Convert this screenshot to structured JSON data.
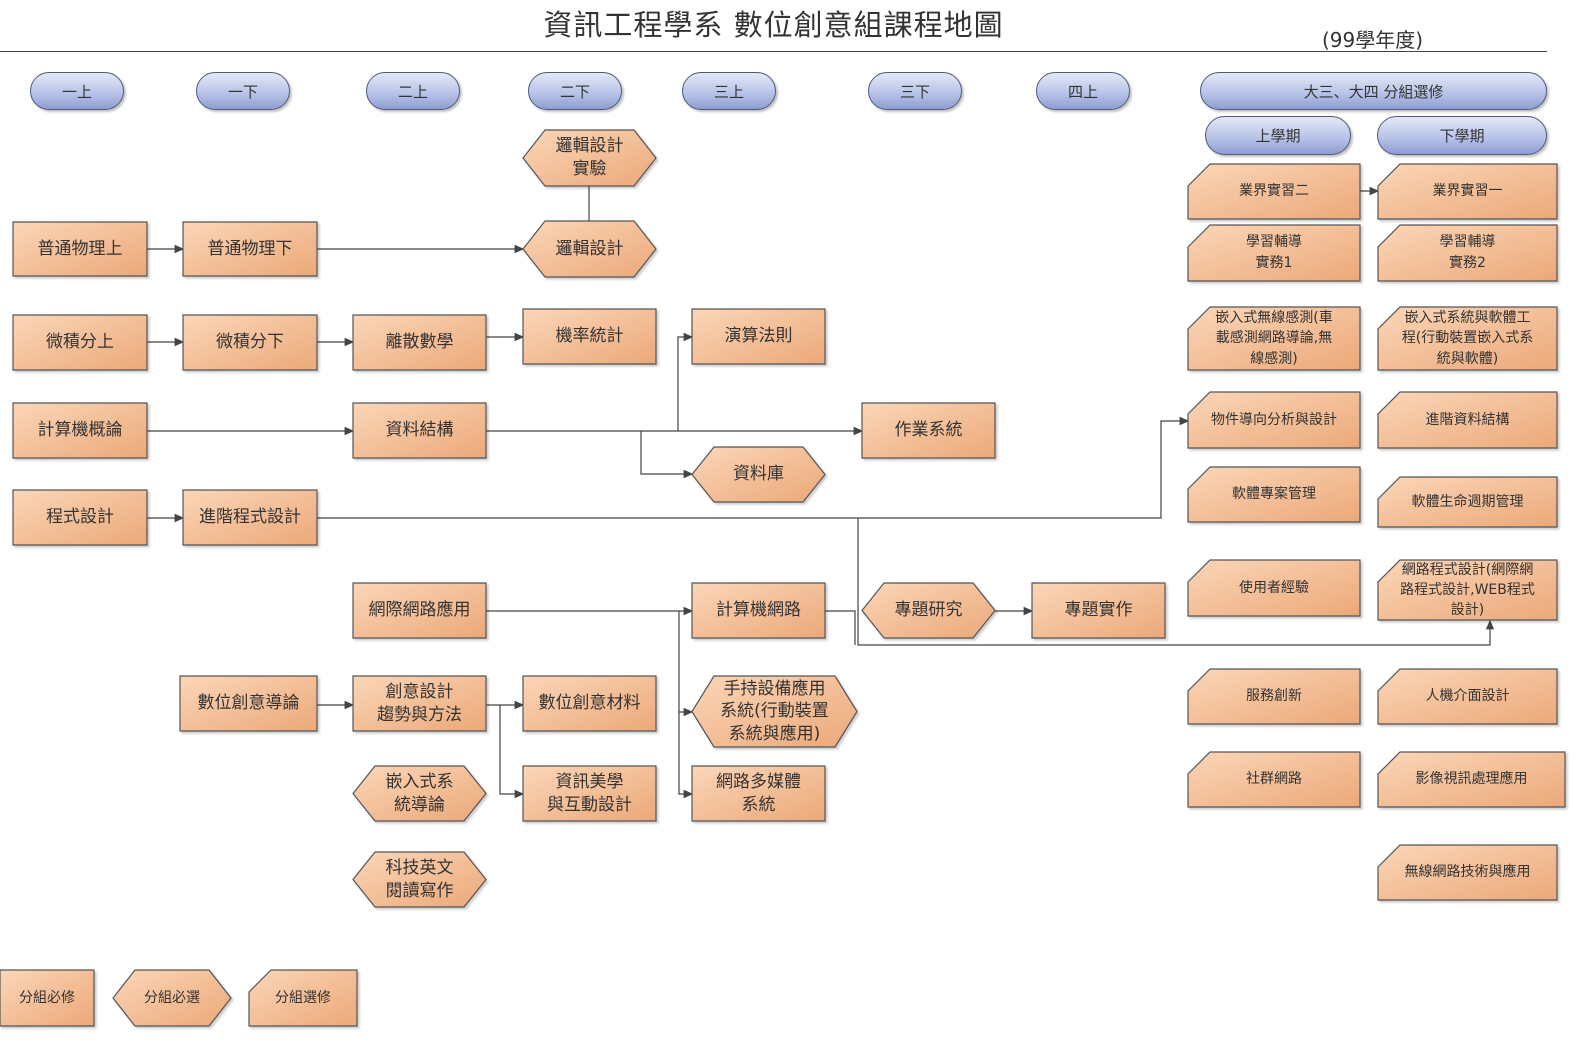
{
  "title": "資訊工程學系  數位創意組課程地圖",
  "academic_year": "(99學年度)",
  "semesters": [
    "一上",
    "一下",
    "二上",
    "二下",
    "三上",
    "三下",
    "四上"
  ],
  "elective_header": "大三、大四 分組選修",
  "elective_terms": [
    "上學期",
    "下學期"
  ],
  "courses": {
    "logic_lab": "邏輯設計\n實驗",
    "logic": "邏輯設計",
    "physics1": "普通物理上",
    "physics2": "普通物理下",
    "calc1": "微積分上",
    "calc2": "微積分下",
    "discrete": "離散數學",
    "prob": "機率統計",
    "algo": "演算法則",
    "intro_cs": "計算機概論",
    "ds": "資料結構",
    "os": "作業系統",
    "db": "資料庫",
    "prog": "程式設計",
    "adv_prog": "進階程式設計",
    "internet_app": "網際網路應用",
    "networks": "計算機網路",
    "project_research": "專題研究",
    "project_impl": "專題實作",
    "digital_intro": "數位創意導論",
    "creative_design": "創意設計\n趨勢與方法",
    "digital_material": "數位創意材料",
    "handheld": "手持設備應用\n系統(行動裝置\n系統與應用)",
    "embedded_intro": "嵌入式系\n統導論",
    "aesthetics": "資訊美學\n與互動設計",
    "multimedia": "網路多媒體\n系統",
    "tech_english": "科技英文\n閱讀寫作"
  },
  "electives_fall": [
    "業界實習二",
    "學習輔導\n實務1",
    "嵌入式無線感測(車\n載感測網路導論,無\n線感測)",
    "物件導向分析與設計",
    "軟體專案管理",
    "使用者經驗",
    "服務創新",
    "社群網路"
  ],
  "electives_spring": [
    "業界實習一",
    "學習輔導\n實務2",
    "嵌入式系統與軟體工\n程(行動裝置嵌入式系\n統與軟體)",
    "進階資料結構",
    "軟體生命週期管理",
    "網路程式設計(網際網\n路程式設計,WEB程式\n設計)",
    "人機介面設計",
    "影像視訊處理應用",
    "無線網路技術與應用"
  ],
  "legend": [
    "分組必修",
    "分組必選",
    "分組選修"
  ],
  "colors": {
    "node_fill_light": "#fbd6b8",
    "node_fill_dark": "#eba878",
    "node_border": "#555555",
    "pill_light": "#e4e9f7",
    "pill_dark": "#8d9dd0",
    "line": "#444444"
  }
}
